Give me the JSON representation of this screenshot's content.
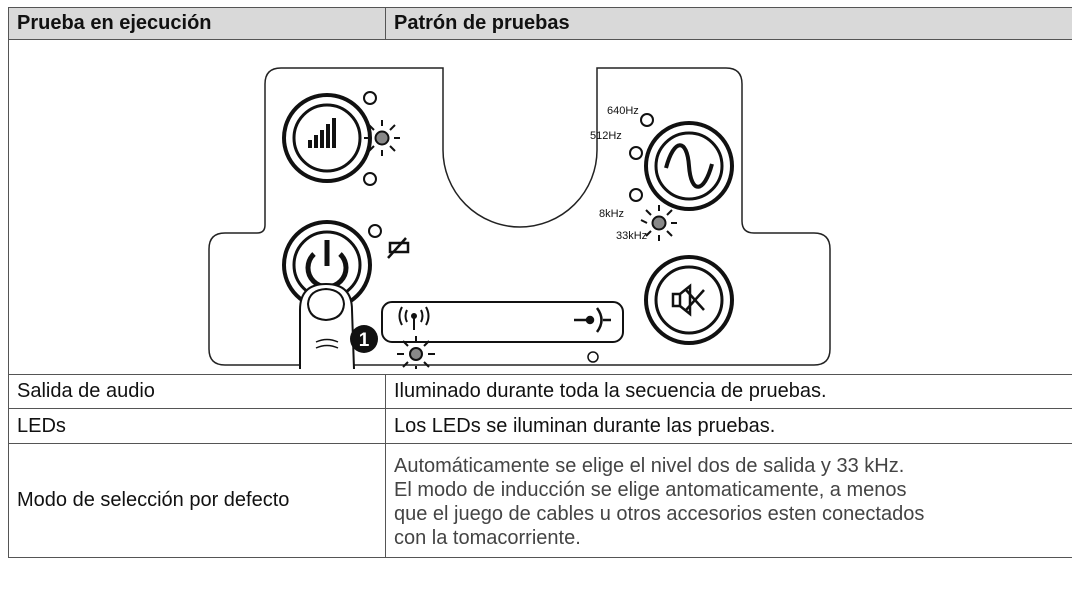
{
  "header": {
    "col1": "Prueba en ejecución",
    "col2": "Patrón de pruebas"
  },
  "panel": {
    "freq_640": "640Hz",
    "freq_512": "512Hz",
    "freq_8k": "8kHz",
    "freq_33k": "33kHz",
    "callout_number": "1"
  },
  "rows": [
    {
      "label": "Salida de audio",
      "value": "Iluminado durante toda la secuencia de pruebas."
    },
    {
      "label": "LEDs",
      "value": "Los LEDs se iluminan durante las pruebas."
    },
    {
      "label": "Modo de selección por defecto",
      "value_lines": [
        "Automáticamente se elige el nivel dos de salida y 33 kHz.",
        "El modo de inducción se elige antomaticamente, a menos",
        "que el juego de cables u otros accesorios esten conectados",
        "con la tomacorriente."
      ]
    }
  ]
}
